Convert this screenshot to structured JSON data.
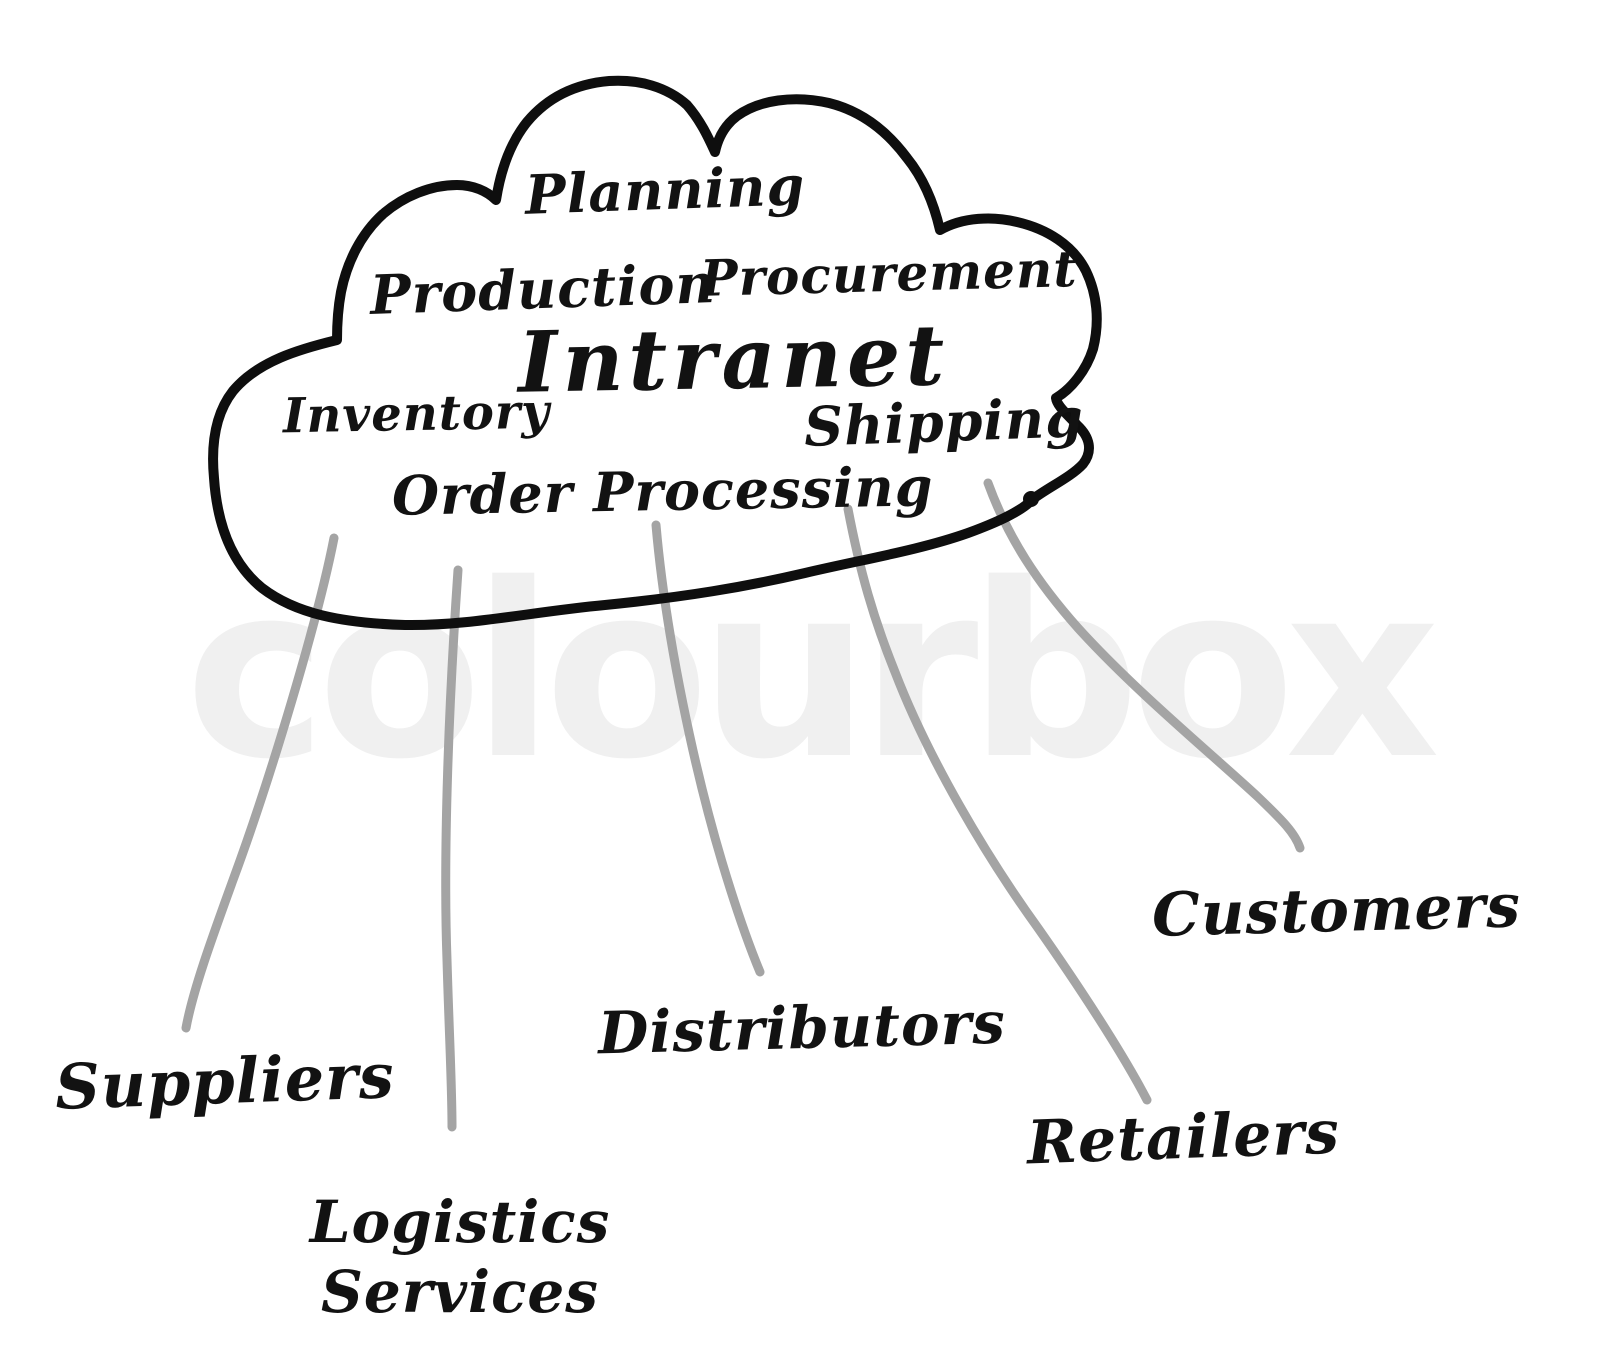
{
  "cloud": {
    "center": "Intranet",
    "terms": {
      "planning": "Planning",
      "production": "Production",
      "procurement": "Procurement",
      "inventory": "Inventory",
      "shipping": "Shipping",
      "order_processing": "Order Processing"
    }
  },
  "entities": {
    "suppliers": "Suppliers",
    "logistics_services": "Logistics\nServices",
    "distributors": "Distributors",
    "retailers": "Retailers",
    "customers": "Customers"
  },
  "watermark": {
    "text": "colourbox"
  },
  "colors": {
    "ink": "#121212",
    "cloud_outline": "#0e0e0e",
    "connector": "#a4a4a4",
    "watermark": "#f0f0f0",
    "background": "#ffffff"
  }
}
